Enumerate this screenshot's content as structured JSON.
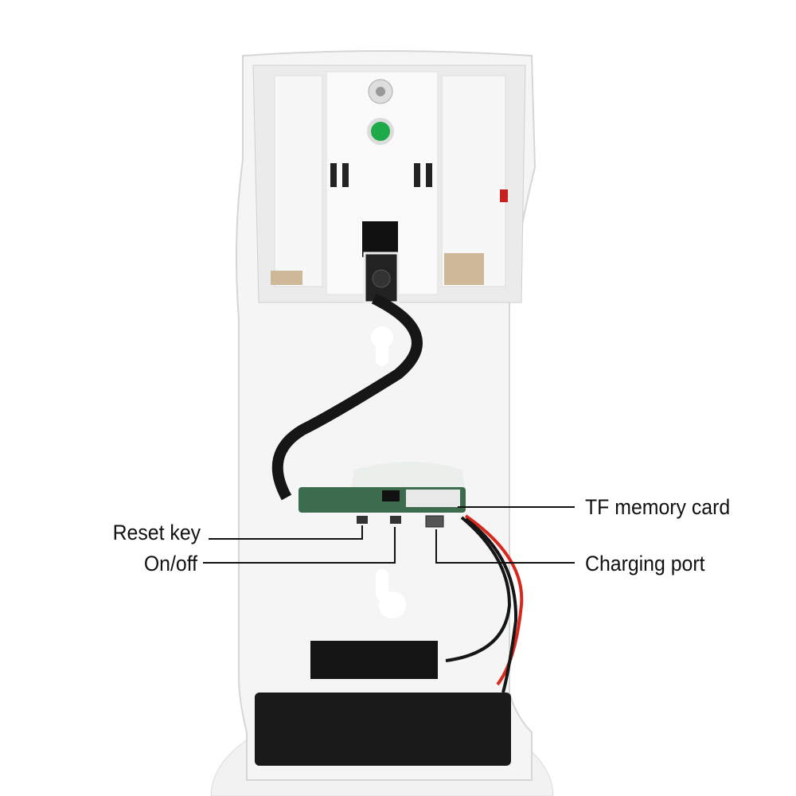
{
  "annotations": {
    "tf_card": "TF memory card",
    "charging_port": "Charging port",
    "reset_key": "Reset key",
    "on_off": "On/off"
  },
  "colors": {
    "body": "#f4f4f4",
    "shadow": "#d9d9d9",
    "pcb": "#3d6b4e",
    "cable": "#161616",
    "led_green": "#1faa4a",
    "wire_red": "#d8281e",
    "leader_line": "#111111"
  }
}
